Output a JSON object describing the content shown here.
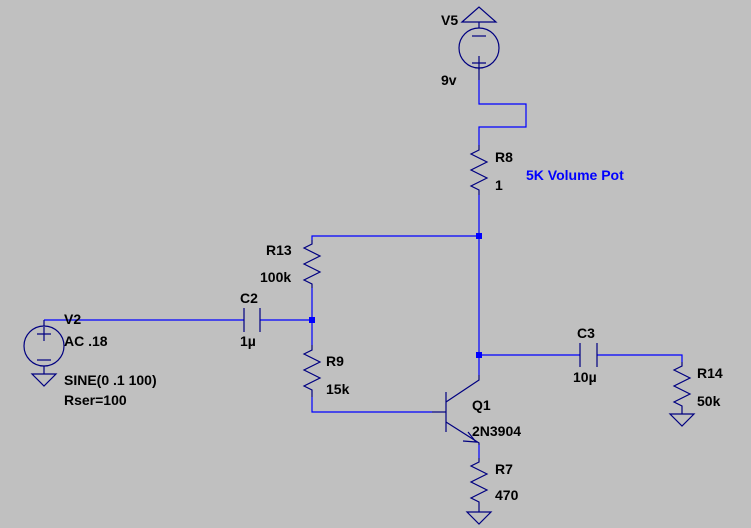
{
  "colors": {
    "background": "#c0c0c0",
    "wire": "#0000ff",
    "component": "#000080",
    "text": "#000000",
    "note": "#0000ff"
  },
  "components": {
    "v5": {
      "name": "V5",
      "value": "9v"
    },
    "r8": {
      "name": "R8",
      "value": "1"
    },
    "r13": {
      "name": "R13",
      "value": "100k"
    },
    "c2": {
      "name": "C2",
      "value": "1µ"
    },
    "v2": {
      "name": "V2",
      "value": "AC .18",
      "sine": "SINE(0 .1 100)",
      "rser": "Rser=100"
    },
    "r9": {
      "name": "R9",
      "value": "15k"
    },
    "c3": {
      "name": "C3",
      "value": "10µ"
    },
    "r14": {
      "name": "R14",
      "value": "50k"
    },
    "q1": {
      "name": "Q1",
      "value": "2N3904"
    },
    "r7": {
      "name": "R7",
      "value": "470"
    }
  },
  "annotation": {
    "text": "5K Volume Pot"
  }
}
